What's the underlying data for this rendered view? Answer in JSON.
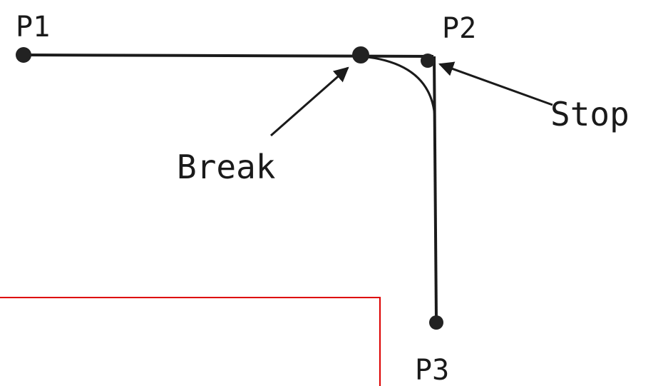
{
  "points": {
    "p1": "P1",
    "p2": "P2",
    "p3": "P3"
  },
  "annotations": {
    "break": "Break",
    "stop": "Stop"
  },
  "colors": {
    "ink": "#1a1a1a",
    "frame": "#dd0000",
    "background": "#ffffff"
  }
}
